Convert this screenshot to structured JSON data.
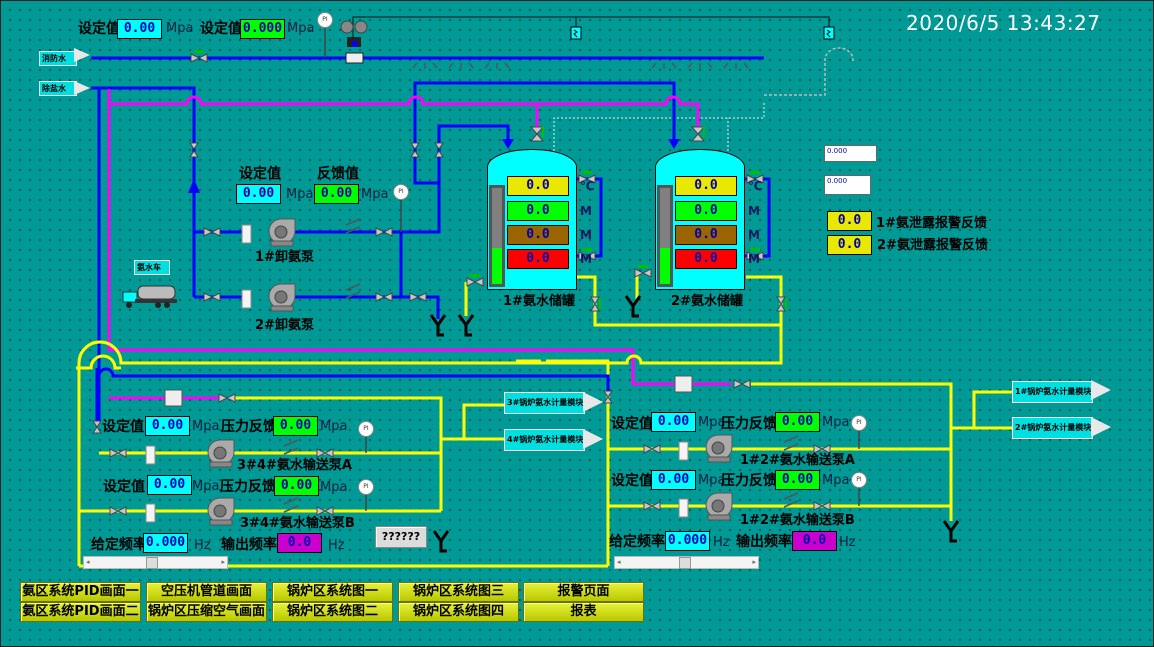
{
  "header": {
    "datetime": "2020/6/5 13:43:27",
    "setpoint1_label": "设定值",
    "setpoint1_value": "0.00",
    "setpoint1_unit": "Mpa",
    "setpoint2_label": "设定值",
    "setpoint2_value": "0.000",
    "setpoint2_unit": "Mpa"
  },
  "source_tags": {
    "fire_water": "消防水",
    "desalted_water": "除盐水",
    "ammonia_truck": "氨水车"
  },
  "unload_section": {
    "setpoint_label": "设定值",
    "setpoint_value": "0.00",
    "setpoint_unit": "Mpa",
    "feedback_label": "反馈值",
    "feedback_value": "0.00",
    "feedback_unit": "Mpa",
    "pump1_label": "1#卸氨泵",
    "pump2_label": "2#卸氨泵"
  },
  "tanks": [
    {
      "name": "1#氨水储罐",
      "level_fraction": 0.38,
      "readings": [
        {
          "value": "0.0",
          "unit": "℃",
          "color": "#e8e800"
        },
        {
          "value": "0.0",
          "unit": "M",
          "color": "#00ff00"
        },
        {
          "value": "0.0",
          "unit": "M",
          "color": "#9a6400"
        },
        {
          "value": "0.0",
          "unit": "M",
          "color": "#ff0000"
        }
      ]
    },
    {
      "name": "2#氨水储罐",
      "level_fraction": 0.38,
      "readings": [
        {
          "value": "0.0",
          "unit": "℃",
          "color": "#e8e800"
        },
        {
          "value": "0.0",
          "unit": "M",
          "color": "#00ff00"
        },
        {
          "value": "0.0",
          "unit": "M",
          "color": "#9a6400"
        },
        {
          "value": "0.0",
          "unit": "M",
          "color": "#ff0000"
        }
      ]
    }
  ],
  "right_inputs": [
    "0.000",
    "0.000"
  ],
  "leak_alarms": [
    {
      "value": "0.0",
      "label": "1#氨泄露报警反馈"
    },
    {
      "value": "0.0",
      "label": "2#氨泄露报警反馈"
    }
  ],
  "pump_group_34": {
    "a_setpoint_label": "设定值",
    "a_setpoint_value": "0.00",
    "a_setpoint_unit": "Mpa",
    "a_feedback_label": "压力反馈",
    "a_feedback_value": "0.00",
    "a_feedback_unit": "Mpa",
    "a_pump_label": "3#4#氨水输送泵A",
    "b_setpoint_label": "设定值",
    "b_setpoint_value": "0.00",
    "b_setpoint_unit": "Mpa",
    "b_feedback_label": "压力反馈",
    "b_feedback_value": "0.00",
    "b_feedback_unit": "Mpa",
    "b_pump_label": "3#4#氨水输送泵B",
    "freq_set_label": "给定频率",
    "freq_set_value": "0.000",
    "freq_set_unit": "Hz",
    "freq_out_label": "输出频率",
    "freq_out_value": "0.0",
    "freq_out_unit": "Hz",
    "unknown_button": "??????"
  },
  "pump_group_12": {
    "a_setpoint_label": "设定值",
    "a_setpoint_value": "0.00",
    "a_setpoint_unit": "Mpa",
    "a_feedback_label": "压力反馈",
    "a_feedback_value": "0.00",
    "a_feedback_unit": "Mpa",
    "a_pump_label": "1#2#氨水输送泵A",
    "b_setpoint_label": "设定值",
    "b_setpoint_value": "0.00",
    "b_setpoint_unit": "Mpa",
    "b_feedback_label": "压力反馈",
    "b_feedback_value": "0.00",
    "b_feedback_unit": "Mpa",
    "b_pump_label": "1#2#氨水输送泵B",
    "freq_set_label": "给定频率",
    "freq_set_value": "0.000",
    "freq_set_unit": "Hz",
    "freq_out_label": "输出频率",
    "freq_out_value": "0.0",
    "freq_out_unit": "Hz"
  },
  "outlet_tags": [
    "3#锅炉氨水计量模块",
    "4#锅炉氨水计量模块",
    "1#锅炉氨水计量模块",
    "2#锅炉氨水计量模块"
  ],
  "instrument_label": "PI",
  "nav_buttons": [
    [
      "氨区系统PID画面一",
      "空压机管道画面",
      "锅炉区系统图一",
      "锅炉区系统图三",
      "报警页面"
    ],
    [
      "氨区系统PID画面二",
      "锅炉区压缩空气画面",
      "锅炉区系统图二",
      "锅炉区系统图四",
      "报表"
    ]
  ],
  "colors": {
    "background": "#009a96",
    "water_pipe": "#0000ff",
    "desalted_pipe": "#ff00ff",
    "ammonia_pipe": "#ffff00"
  }
}
